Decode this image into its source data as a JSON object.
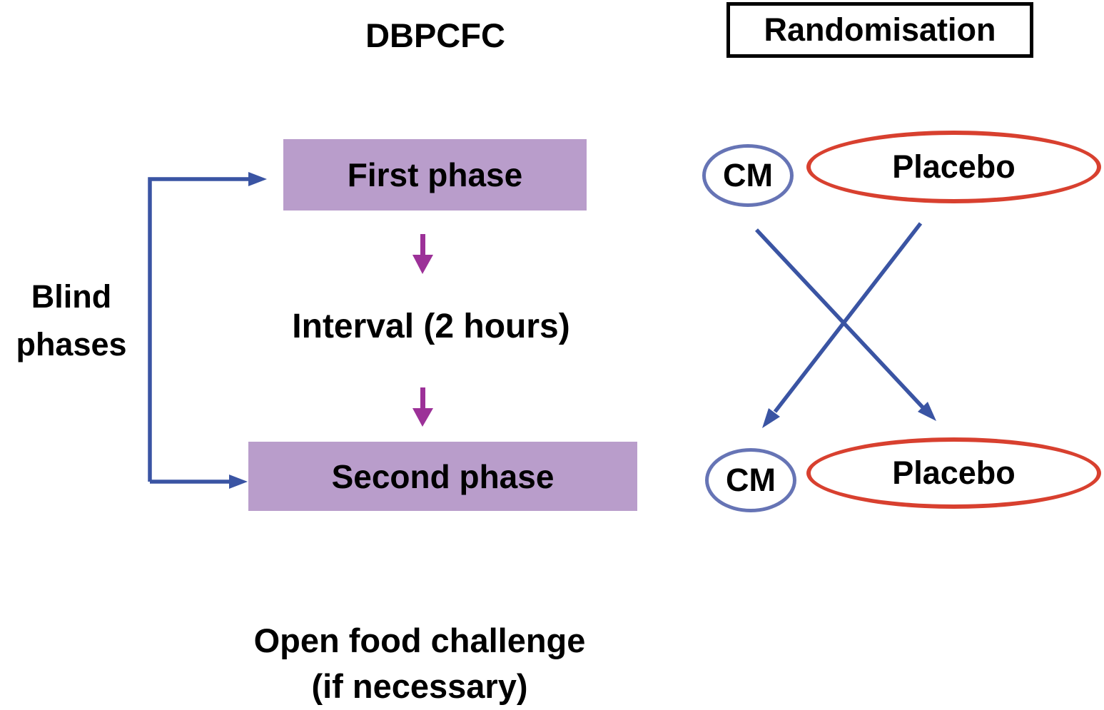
{
  "title": "DBPCFC",
  "randomisation": {
    "header_label": "Randomisation",
    "top_row": {
      "cm_label": "CM",
      "placebo_label": "Placebo"
    },
    "bottom_row": {
      "cm_label": "CM",
      "placebo_label": "Placebo"
    }
  },
  "flow": {
    "first_phase_label": "First phase",
    "interval_label": "Interval (2 hours)",
    "second_phase_label": "Second phase",
    "blind_phases_label": "Blind\nphases",
    "open_food_challenge_label": "Open food challenge\n(if necessary)"
  },
  "colors": {
    "background": "#ffffff",
    "text": "#000000",
    "phase_box_fill": "#b99dcb",
    "purple_arrow": "#9c3198",
    "blue_arrow": "#3a54a3",
    "cm_ellipse_stroke": "#6674b5",
    "placebo_ellipse_stroke": "#d8402f"
  }
}
